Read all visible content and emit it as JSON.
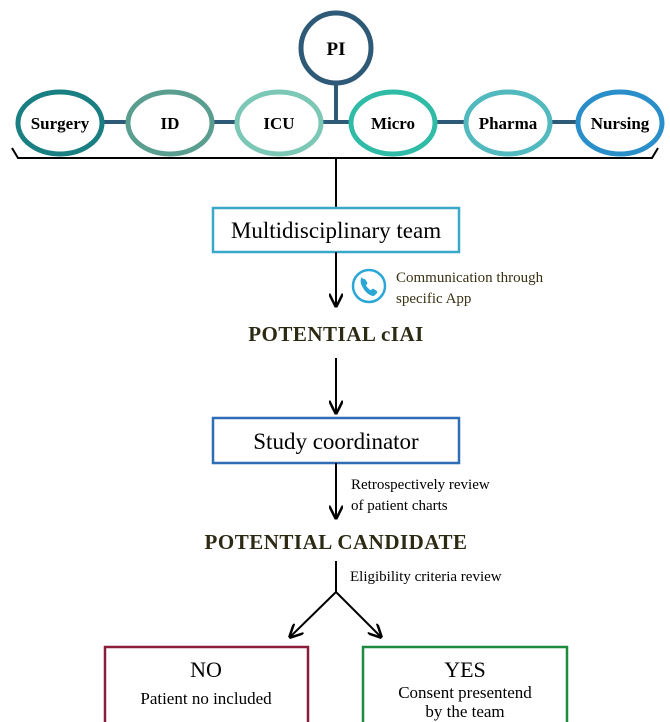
{
  "top": {
    "pi": "PI",
    "departments": [
      {
        "label": "Surgery",
        "color": "#1a7f82"
      },
      {
        "label": "ID",
        "color": "#5a9e90"
      },
      {
        "label": "ICU",
        "color": "#7cc7b5"
      },
      {
        "label": "Micro",
        "color": "#2fbba6"
      },
      {
        "label": "Pharma",
        "color": "#52b9bf"
      },
      {
        "label": "Nursing",
        "color": "#2a8fc9"
      }
    ],
    "pi_color": "#2e5a78",
    "connector_color": "#2e5a78"
  },
  "team": {
    "label": "Multidisciplinary team",
    "color": "#3aa8c9"
  },
  "communication": {
    "line1": "Communication through",
    "line2": "specific App",
    "icon": "phone-icon",
    "color": "#2aa7d6"
  },
  "potential_ciai": {
    "label": "POTENTIAL cIAI"
  },
  "coordinator": {
    "label": "Study coordinator",
    "color": "#2f6db5"
  },
  "review": {
    "line1": "Retrospectively review",
    "line2": "of patient charts"
  },
  "potential_candidate": {
    "label": "POTENTIAL CANDIDATE"
  },
  "eligibility": {
    "label": "Eligibility criteria review"
  },
  "no": {
    "title": "NO",
    "subtitle": "Patient no included",
    "color": "#8b1d3c"
  },
  "yes": {
    "title": "YES",
    "line1": "Consent presentend",
    "line2": "by the team",
    "color": "#1e8a3e"
  },
  "heading_color": "#2d2a14"
}
